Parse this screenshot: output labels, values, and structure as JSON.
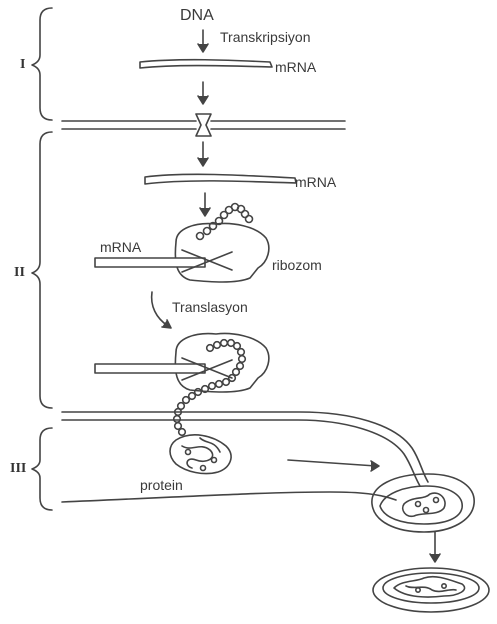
{
  "labels": {
    "dna": "DNA",
    "transcription": "Transkripsiyon",
    "mrna_top": "mRNA",
    "mrna_mid": "mRNA",
    "mrna_left": "mRNA",
    "ribosome": "ribozom",
    "translation": "Translasyon",
    "protein": "protein"
  },
  "stages": [
    "I",
    "II",
    "III"
  ],
  "colors": {
    "line": "#444444",
    "text": "#3a3a3a"
  }
}
